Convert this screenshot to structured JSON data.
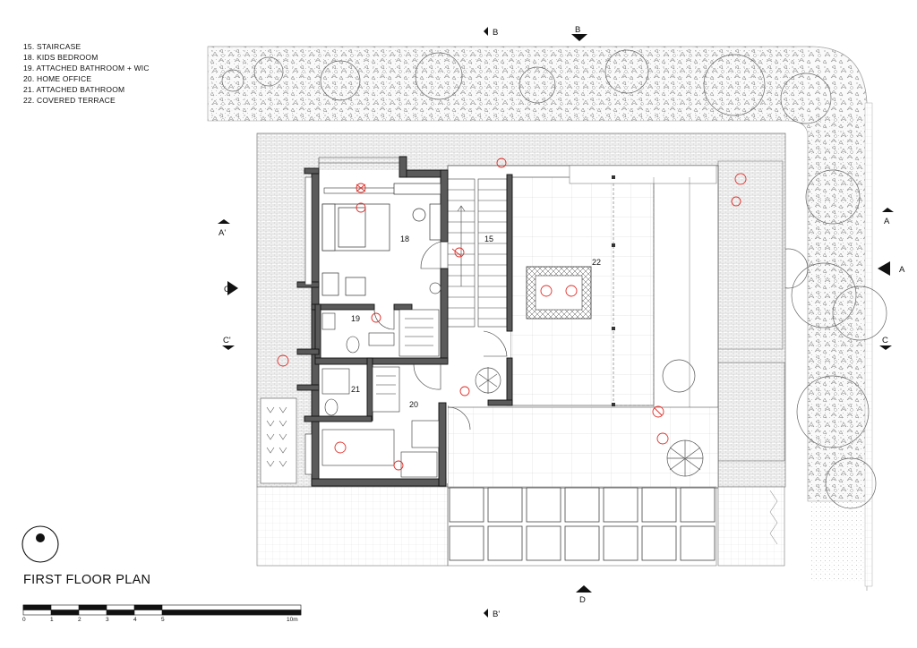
{
  "legend": [
    "15. STAIRCASE",
    "18. KIDS BEDROOM",
    "19. ATTACHED BATHROOM + WIC",
    "20. HOME OFFICE",
    "21. ATTACHED BATHROOM",
    "22. COVERED TERRACE"
  ],
  "title": "FIRST FLOOR PLAN",
  "scale": {
    "labels": [
      "0",
      "1",
      "2",
      "3",
      "4",
      "5",
      "10m"
    ]
  },
  "rooms": {
    "r15": "15",
    "r18": "18",
    "r19": "19",
    "r20": "20",
    "r21": "21",
    "r22": "22"
  },
  "section_markers": {
    "b_top_left": "B",
    "b_top_right": "B",
    "a_right_1": "A",
    "a_right_2": "A",
    "a_prime_left": "A'",
    "c_left": "C",
    "c_prime_left": "C'",
    "c_right": "C",
    "b_prime_bottom": "B'",
    "d_bottom": "D"
  },
  "colors": {
    "wall": "#5a5a5a",
    "line": "#333333",
    "furniture_red": "#e0302a",
    "vegetation": "#777777"
  }
}
